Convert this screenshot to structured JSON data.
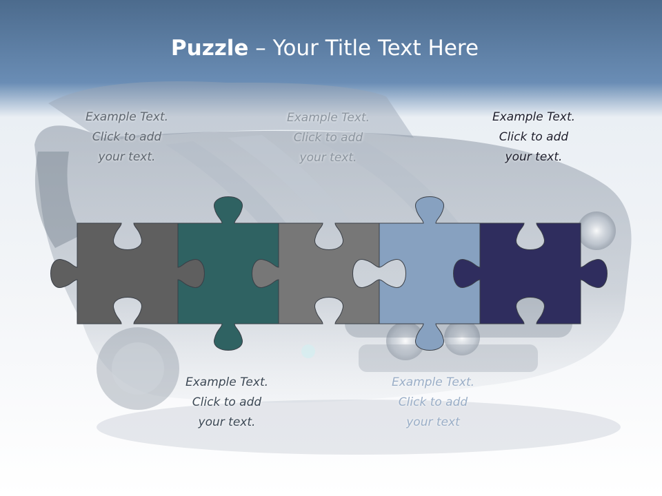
{
  "slide": {
    "title_bold": "Puzzle",
    "title_rest": " – Your Title Text Here",
    "captions": [
      {
        "line1": "Example Text.",
        "line2": "Click  to add",
        "line3": "your text."
      },
      {
        "line1": "Example Text.",
        "line2": "Click  to add",
        "line3": "your text."
      },
      {
        "line1": "Example Text.",
        "line2": "Click  to add",
        "line3": "your text."
      },
      {
        "line1": "Example Text.",
        "line2": "Click  to add",
        "line3": "your text."
      },
      {
        "line1": "Example Text.",
        "line2": "Click  to add",
        "line3": "your text"
      }
    ]
  },
  "pieces": [
    {
      "color": "#5f5f5f"
    },
    {
      "color": "#2f6262"
    },
    {
      "color": "#777777"
    },
    {
      "color": "#87a1c0"
    },
    {
      "color": "#2f2d5e"
    }
  ]
}
